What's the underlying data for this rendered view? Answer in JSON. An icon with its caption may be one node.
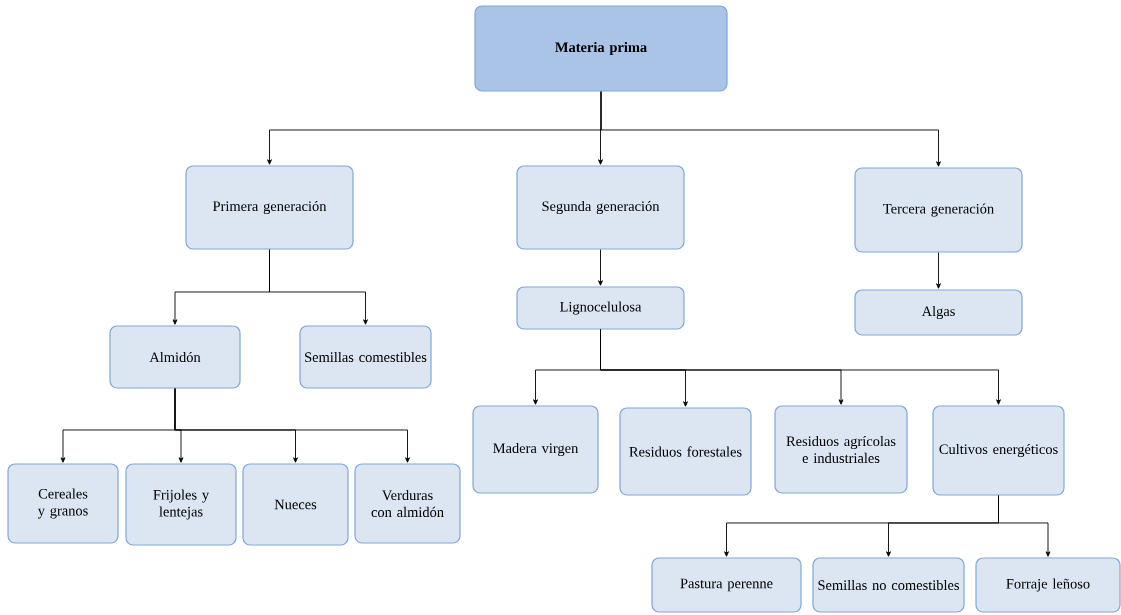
{
  "diagram": {
    "nodes": [
      {
        "text": [
          "Materia prima"
        ]
      },
      {
        "text": [
          "Primera generación"
        ]
      },
      {
        "text": [
          "Segunda generación"
        ]
      },
      {
        "text": [
          "Tercera generación"
        ]
      },
      {
        "text": [
          "Almidón"
        ]
      },
      {
        "text": [
          "Semillas comestibles"
        ]
      },
      {
        "text": [
          "Lignocelulosa"
        ]
      },
      {
        "text": [
          "Algas"
        ]
      },
      {
        "text": [
          "Cereales y granos"
        ]
      },
      {
        "text": [
          "Frijoles y lentejas"
        ]
      },
      {
        "text": [
          "Nueces"
        ]
      },
      {
        "text": [
          "Verduras con almidón"
        ]
      },
      {
        "text": [
          "Madera virgen"
        ]
      },
      {
        "text": [
          "Residuos forestales"
        ]
      },
      {
        "text": [
          "Residuos agrícolas e industriales"
        ]
      },
      {
        "text": [
          "Cultivos energéticos"
        ]
      },
      {
        "text": [
          "Pastura perenne"
        ]
      },
      {
        "text": [
          "Semillas no comestibles"
        ]
      },
      {
        "text": [
          "Forraje leñoso"
        ]
      }
    ],
    "edges": [
      {
        "from": 0,
        "to": 1,
        "arrow": "to"
      },
      {
        "from": 0,
        "to": 2,
        "arrow": "to"
      },
      {
        "from": 0,
        "to": 3,
        "arrow": "to"
      },
      {
        "from": 1,
        "to": 4,
        "arrow": "to"
      },
      {
        "from": 1,
        "to": 5,
        "arrow": "to"
      },
      {
        "from": 2,
        "to": 6,
        "arrow": "to"
      },
      {
        "from": 3,
        "to": 7,
        "arrow": "to"
      },
      {
        "from": 4,
        "to": 8,
        "arrow": "to"
      },
      {
        "from": 4,
        "to": 9,
        "arrow": "to"
      },
      {
        "from": 4,
        "to": 10,
        "arrow": "to"
      },
      {
        "from": 4,
        "to": 11,
        "arrow": "to"
      },
      {
        "from": 6,
        "to": 12,
        "arrow": "to"
      },
      {
        "from": 6,
        "to": 13,
        "arrow": "to"
      },
      {
        "from": 6,
        "to": 14,
        "arrow": "to"
      },
      {
        "from": 6,
        "to": 15,
        "arrow": "to"
      },
      {
        "from": 15,
        "to": 16,
        "arrow": "to"
      },
      {
        "from": 15,
        "to": 17,
        "arrow": "to"
      },
      {
        "from": 15,
        "to": 18,
        "arrow": "to"
      }
    ]
  }
}
